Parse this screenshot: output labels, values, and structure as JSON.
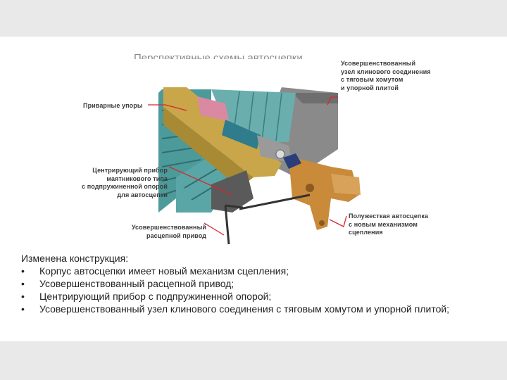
{
  "slide": {
    "title_partial": "Перспективные схемы автосцепки"
  },
  "figure": {
    "callouts": {
      "wedge_unit": [
        "Усовершенствованный",
        "узел клинового соединения",
        "с тяговым хомутом",
        "и упорной плитой"
      ],
      "welded_stops": [
        "Приварные упоры"
      ],
      "centering_device": [
        "Центрирующий прибор",
        "маятникового типа",
        "с подпружиненной опорой",
        "для автосцепки"
      ],
      "release_drive": [
        "Усовершенствованный",
        "расцепной привод"
      ],
      "semi_rigid_coupler": [
        "Полужесткая автосцепка",
        "с новым механизмом",
        "сцепления"
      ]
    },
    "colors": {
      "leader_line": "#d7262e",
      "frame_teal": "#3f8f8f",
      "beam_gold": "#c9a64a",
      "coupler_orange": "#c98a3a",
      "body_gray": "#7a7a7a",
      "pink_part": "#d98aa2"
    }
  },
  "text": {
    "heading": "Изменена конструкция:",
    "bullet_char": "•",
    "items": [
      "Корпус автосцепки имеет новый механизм сцепления;",
      "Усовершенствованный расцепной привод;",
      "Центрирующий прибор с подпружиненной опорой;",
      "Усовершенствованный узел клинового соединения с тяговым хомутом и упорной плитой;"
    ]
  }
}
